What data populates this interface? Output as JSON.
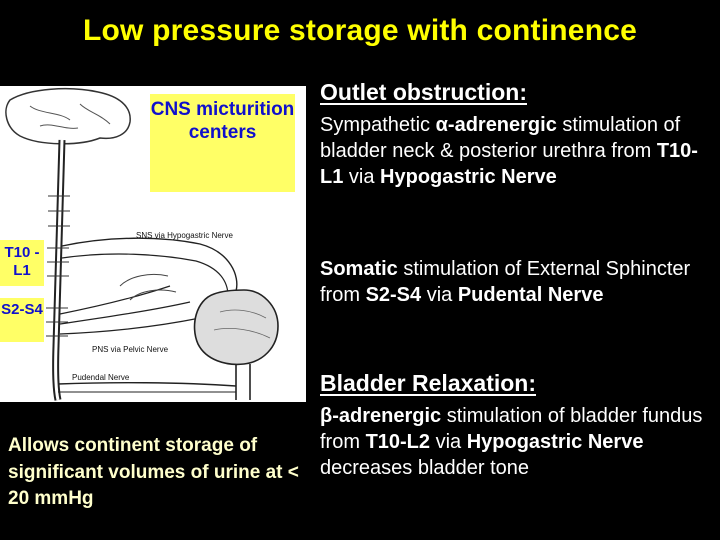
{
  "title": "Low pressure storage with continence",
  "diagram": {
    "cns_label": "CNS micturition centers",
    "t10_label": "T10 -L1",
    "s2_label": "S2-S4",
    "sns_label": "SNS via Hypogastric Nerve",
    "pns_label": "PNS via Pelvic Nerve",
    "pudendal_label": "Pudendal Nerve"
  },
  "caption": "Allows continent storage of significant volumes of urine at < 20 mmHg",
  "outlet": {
    "heading": "Outlet obstruction:",
    "p1": {
      "a": "Sympathetic ",
      "b": "α-adrenergic",
      "c": " stimulation of bladder neck & posterior urethra from ",
      "d": "T10-L1",
      "e": " via ",
      "f": "Hypogastric Nerve"
    },
    "p2": {
      "a": "Somatic",
      "b": " stimulation of External Sphincter from ",
      "c": "S2-S4",
      "d": " via ",
      "e": "Pudental Nerve"
    }
  },
  "relax": {
    "heading": "Bladder Relaxation:",
    "p": {
      "a": "β-adrenergic",
      "b": " stimulation of bladder fundus from ",
      "c": "T10-L2",
      "d": " via ",
      "e": "Hypogastric Nerve",
      "f": " decreases bladder tone"
    }
  }
}
